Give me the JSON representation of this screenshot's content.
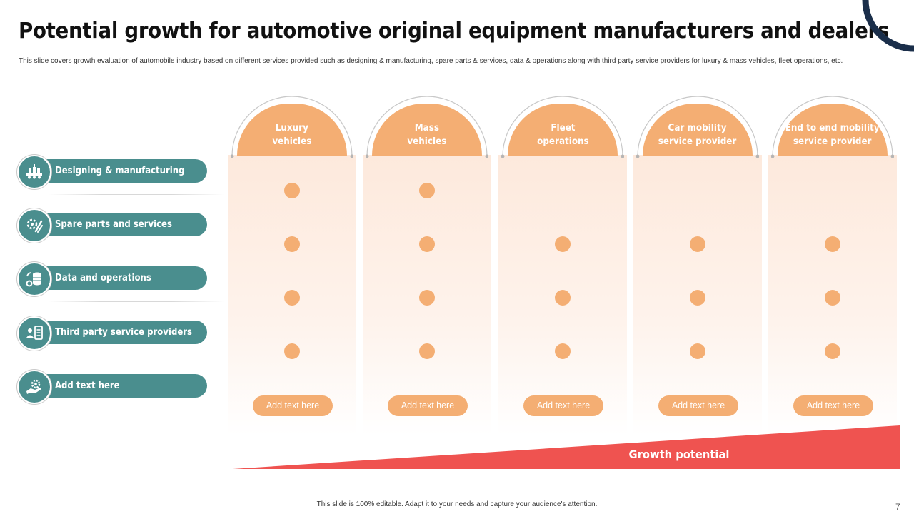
{
  "title": "Potential growth for automotive original equipment manufacturers and dealers",
  "subtitle": "This slide covers growth evaluation of automobile industry based on different services provided such as designing & manufacturing, spare parts & services, data & operations along with third party service providers for luxury & mass vehicles, fleet operations, etc.",
  "colors": {
    "teal": "#4a8e8e",
    "orange": "#f4ae73",
    "panel": "#fde9dc",
    "red": "#ef5350",
    "navy": "#1a2e4a"
  },
  "rows": [
    {
      "label": "Designing & manufacturing",
      "icon": "assembly-line-icon"
    },
    {
      "label": "Spare parts and services",
      "icon": "gear-wrench-icon"
    },
    {
      "label": "Data and operations",
      "icon": "database-gears-icon"
    },
    {
      "label": "Third party service providers",
      "icon": "person-checklist-icon"
    },
    {
      "label": "Add text here",
      "icon": "hand-gear-icon"
    }
  ],
  "columns": [
    {
      "title": "Luxury\nvehicles",
      "dots": [
        true,
        true,
        true,
        true
      ],
      "button": "Add text here"
    },
    {
      "title": "Mass\nvehicles",
      "dots": [
        true,
        true,
        true,
        true
      ],
      "button": "Add text here"
    },
    {
      "title": "Fleet\noperations",
      "dots": [
        false,
        true,
        true,
        true
      ],
      "button": "Add text here"
    },
    {
      "title": "Car mobility\nservice provider",
      "dots": [
        false,
        true,
        true,
        true
      ],
      "button": "Add text here"
    },
    {
      "title": "End to end mobility\nservice provider",
      "dots": [
        false,
        true,
        true,
        true
      ],
      "button": "Add text here"
    }
  ],
  "growth_label": "Growth potential",
  "footer": "This slide is 100% editable. Adapt it to your needs and capture your audience's attention.",
  "page_number": "7"
}
